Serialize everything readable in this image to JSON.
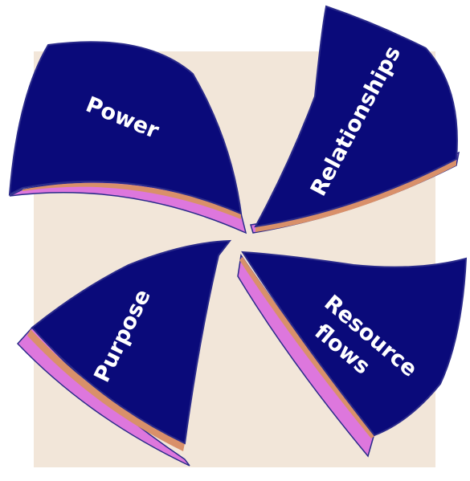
{
  "colors": {
    "background": "#f2e6d9",
    "petal": "#0a0a7a",
    "edge_pink": "#dd77dd",
    "edge_orange": "#d9906a",
    "outline": "#2a2a8a",
    "label": "#ffffff"
  },
  "petals": [
    {
      "id": "power",
      "label": "Power"
    },
    {
      "id": "relationships",
      "label": "Relationships"
    },
    {
      "id": "resource-flows",
      "label_line1": "Resource",
      "label_line2": "flows"
    },
    {
      "id": "purpose",
      "label": "Purpose"
    }
  ]
}
